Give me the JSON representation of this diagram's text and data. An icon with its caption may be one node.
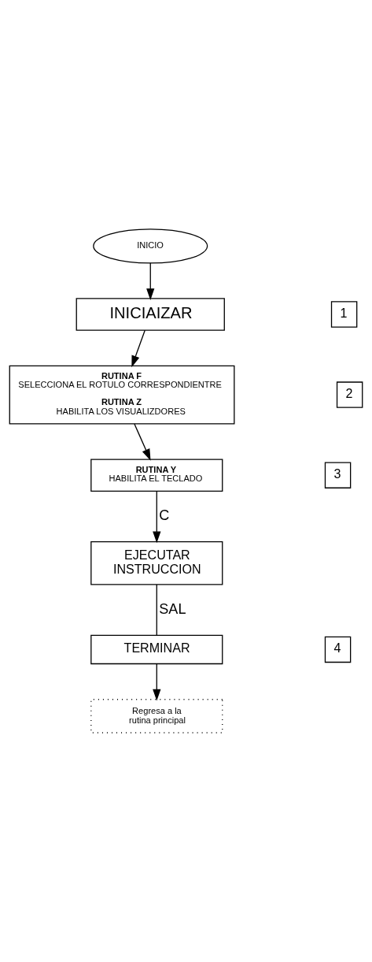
{
  "diagram": {
    "nodes": [
      {
        "text": [
          "INICIO"
        ]
      },
      {
        "text": [
          "INICIAIZAR"
        ]
      },
      {
        "text": [
          "RUTINA F",
          "SELECCIONA EL ROTULO CORRESPONDIENTRE",
          "RUTINA Z",
          "HABILITA LOS VISUALIZDORES"
        ]
      },
      {
        "text": [
          "RUTINA Y",
          "HABILITA EL TECLADO"
        ]
      },
      {
        "text": [
          "EJECUTAR INSTRUCCION"
        ]
      },
      {
        "text": [
          "TERMINAR"
        ]
      },
      {
        "text": [
          "Regresa a la rutina principal"
        ]
      },
      {
        "text": [
          "1"
        ]
      },
      {
        "text": [
          "2"
        ]
      },
      {
        "text": [
          "3"
        ]
      },
      {
        "text": [
          "4"
        ]
      }
    ],
    "edges": [
      {
        "from": 0,
        "to": 1,
        "arrow": "to"
      },
      {
        "from": 1,
        "to": 2,
        "arrow": "to"
      },
      {
        "from": 2,
        "to": 3,
        "arrow": "to"
      },
      {
        "from": 3,
        "to": 4,
        "arrow": "to",
        "label": "C"
      },
      {
        "from": 4,
        "to": 5,
        "arrow": "none",
        "label": "SAL"
      },
      {
        "from": 5,
        "to": 6,
        "arrow": "to"
      }
    ]
  }
}
